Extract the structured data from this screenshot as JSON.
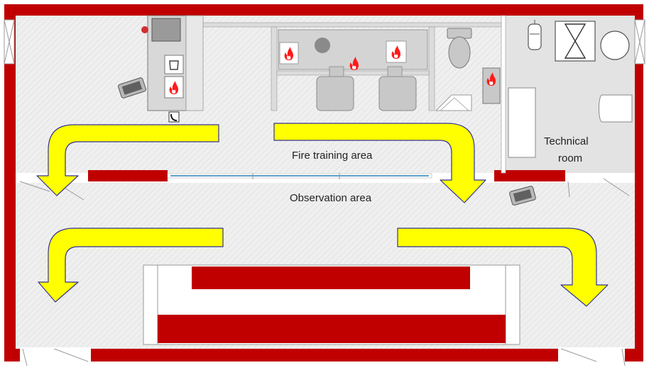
{
  "labels": {
    "fire_training_area": "Fire training area",
    "observation_area": "Observation area",
    "technical_room_line1": "Technical",
    "technical_room_line2": "room"
  },
  "legend_icons": [
    "flame-icon",
    "evacuation-arrow-icon",
    "door-icon",
    "toilet-icon",
    "shower-icon",
    "fan-icon",
    "boiler-icon",
    "control-panel-icon",
    "phone-icon"
  ],
  "colors": {
    "wall": "#c00000",
    "floor": "#eeeeee",
    "floor_hatch": "#cfcfcf",
    "furniture": "#c8c8c8",
    "furniture_dark": "#9a9a9a",
    "arrow_fill": "#ffff00",
    "arrow_stroke": "#333399",
    "flame": "#ff1a1a",
    "glass": "#5aa0c8",
    "technical_floor": "#e3e3e3"
  }
}
